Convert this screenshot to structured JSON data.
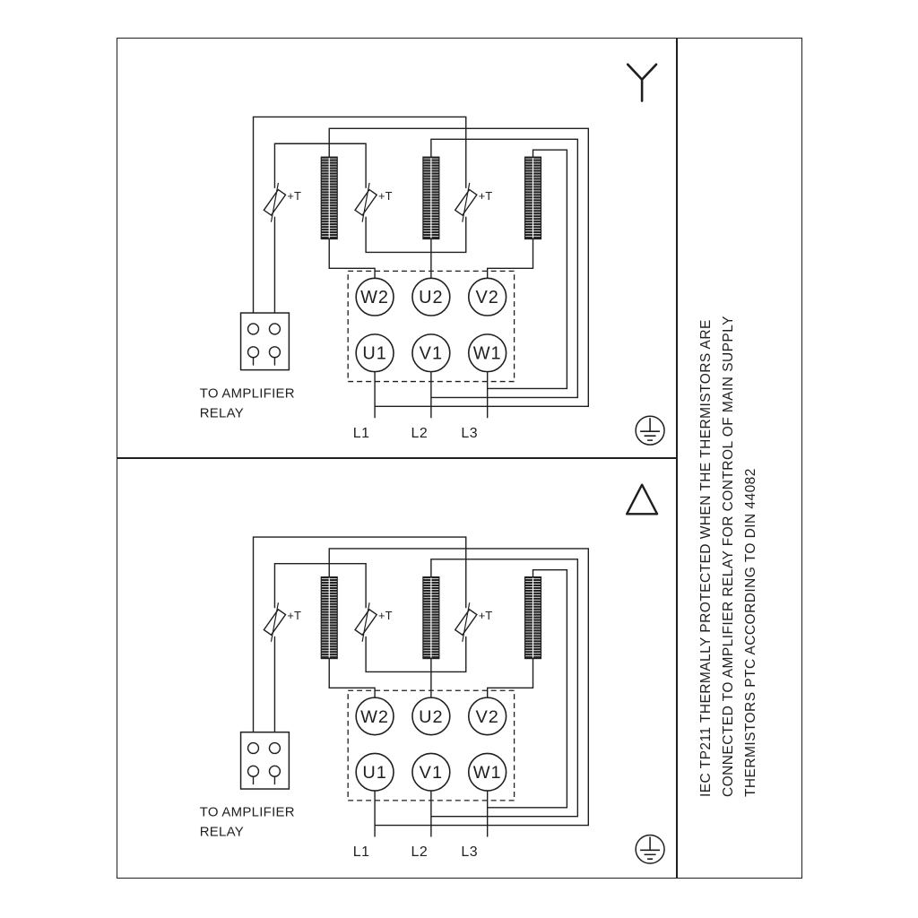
{
  "colors": {
    "line": "#1f1f1f",
    "background": "#ffffff"
  },
  "side_note": {
    "line1": "IEC TP211 THERMALLY PROTECTED WHEN THE THERMISTORS ARE",
    "line2": "CONNECTED TO AMPLIFIER RELAY FOR CONTROL OF MAIN SUPPLY",
    "line3": "THERMISTORS PTC ACCORDING TO DIN 44082"
  },
  "panels": [
    {
      "connection_symbol": "star-icon",
      "thermistor_label": "+T",
      "relay_caption": {
        "line1": "TO AMPLIFIER",
        "line2": "RELAY"
      },
      "terminals_top": [
        "W2",
        "U2",
        "V2"
      ],
      "terminals_bottom": [
        "U1",
        "V1",
        "W1"
      ],
      "supply_lines": [
        "L1",
        "L2",
        "L3"
      ]
    },
    {
      "connection_symbol": "delta-icon",
      "thermistor_label": "+T",
      "relay_caption": {
        "line1": "TO AMPLIFIER",
        "line2": "RELAY"
      },
      "terminals_top": [
        "W2",
        "U2",
        "V2"
      ],
      "terminals_bottom": [
        "U1",
        "V1",
        "W1"
      ],
      "supply_lines": [
        "L1",
        "L2",
        "L3"
      ]
    }
  ]
}
